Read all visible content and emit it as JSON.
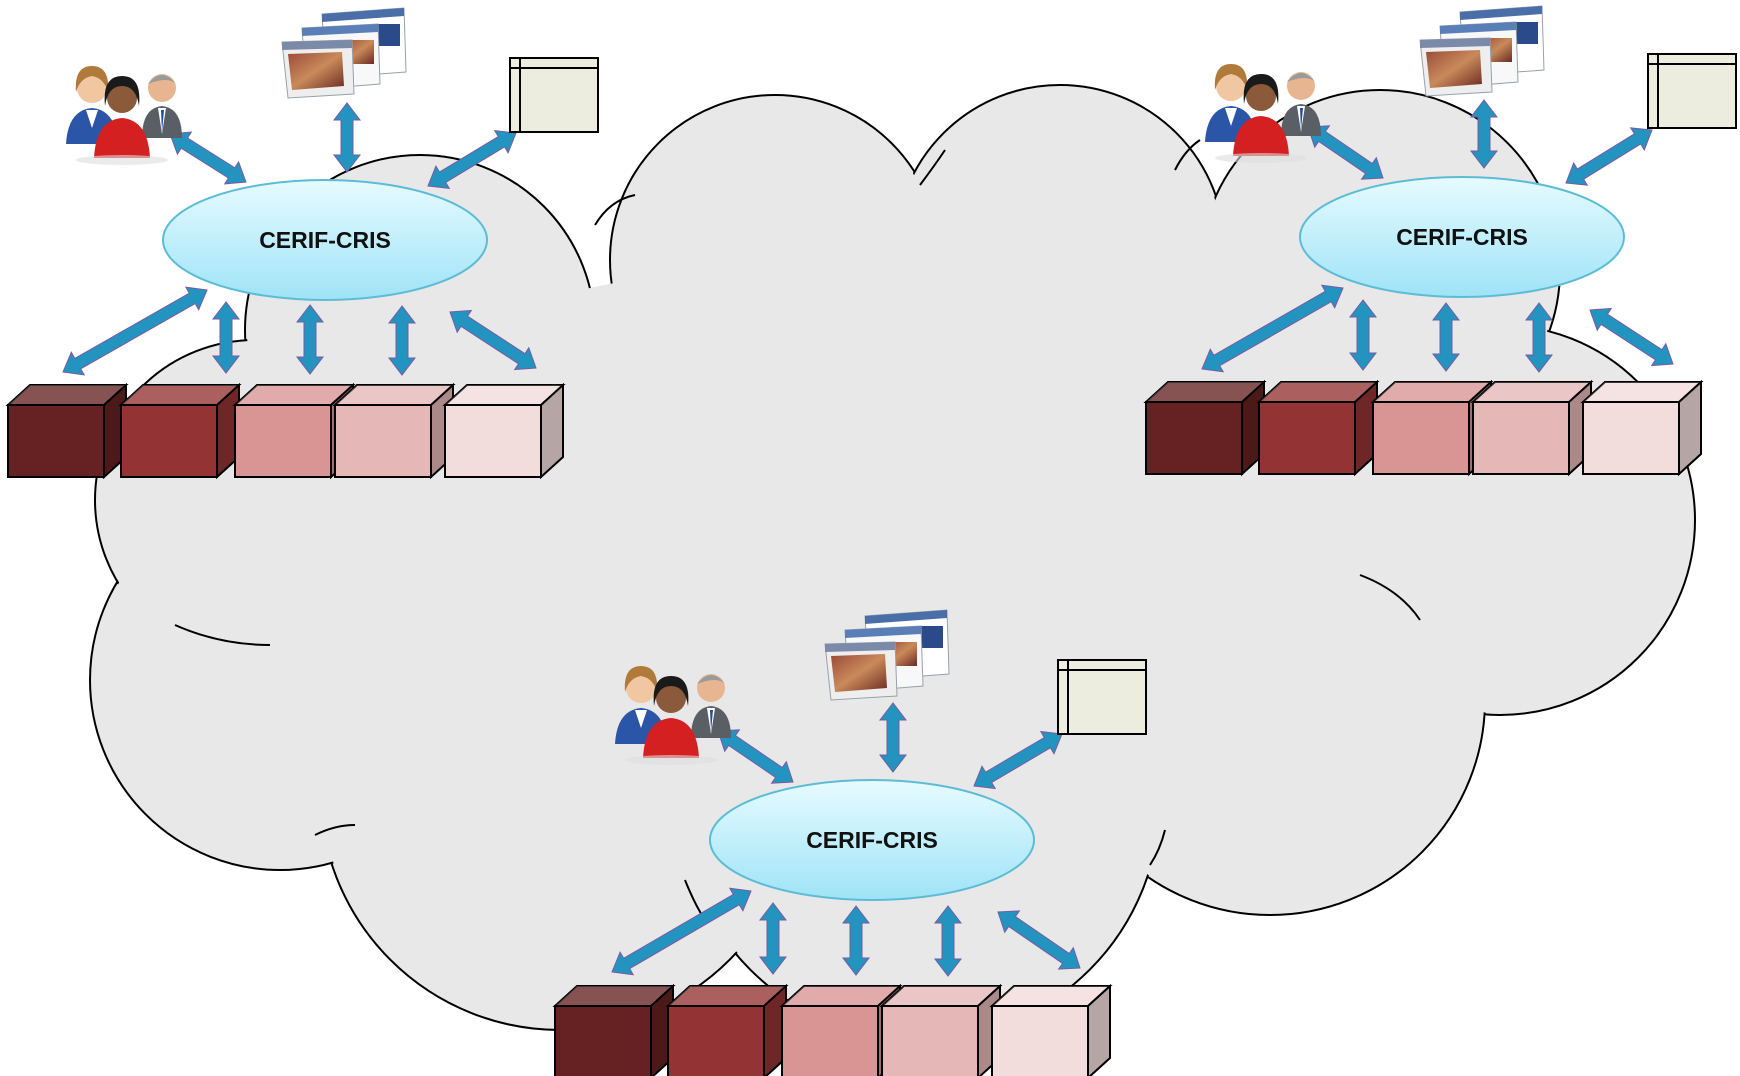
{
  "hubs": [
    {
      "label": "CERIF-CRIS"
    },
    {
      "label": "CERIF-CRIS"
    },
    {
      "label": "CERIF-CRIS"
    }
  ],
  "colors": {
    "cloud": "#e8e8e8",
    "hub_fill_top": "#e6fbff",
    "hub_fill_bottom": "#9fe3f7",
    "hub_stroke": "#5cbcd6",
    "arrow": "#2394c0",
    "arrow_outline": "#7a5aa0",
    "window_fill": "#ededdf",
    "cubes": [
      "#662222",
      "#943333",
      "#d99494",
      "#e6b7b7",
      "#f2dcdc"
    ]
  },
  "icons": {
    "users": "users-group-icon",
    "web": "web-pages-icon",
    "window": "application-window-icon",
    "database": "database-cube-icon"
  }
}
